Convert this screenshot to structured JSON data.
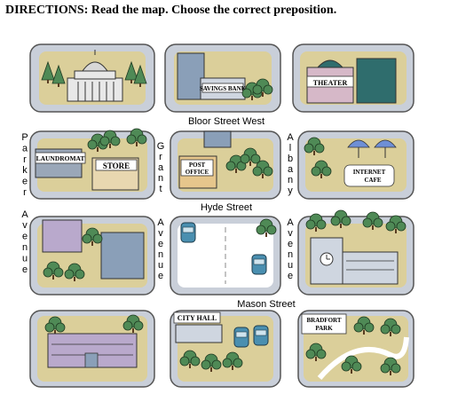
{
  "header": {
    "directions": "DIRECTIONS: Read the map. Choose the correct preposition."
  },
  "streets": {
    "bloor": "Bloor Street West",
    "hyde": "Hyde Street",
    "mason": "Mason Street",
    "parker": "Parker Avenue",
    "grant": "Grant Avenue",
    "albany": "Albany Avenue"
  },
  "buildings": {
    "savings_bank": "SAVINGS BANK",
    "theater": "THEATER",
    "laundromat": "LAUNDROMAT",
    "store": "STORE",
    "post_office_line1": "POST",
    "post_office_line2": "OFFICE",
    "internet_cafe_line1": "INTERNET",
    "internet_cafe_line2": "CAFE",
    "city_hall": "CITY HALL",
    "bradford_park_line1": "BRADFORT",
    "bradford_park_line2": "PARK"
  },
  "colors": {
    "block_fill": "#c9cfd9",
    "ground_fill": "#dbcf9a",
    "tree_fill": "#4f8a56",
    "building_blue": "#8a9fb8",
    "building_green": "#2f6d6d",
    "road_fill": "#ffffff"
  },
  "icons": [
    "tree-icon",
    "car-icon",
    "umbrella-icon",
    "clock-icon"
  ]
}
